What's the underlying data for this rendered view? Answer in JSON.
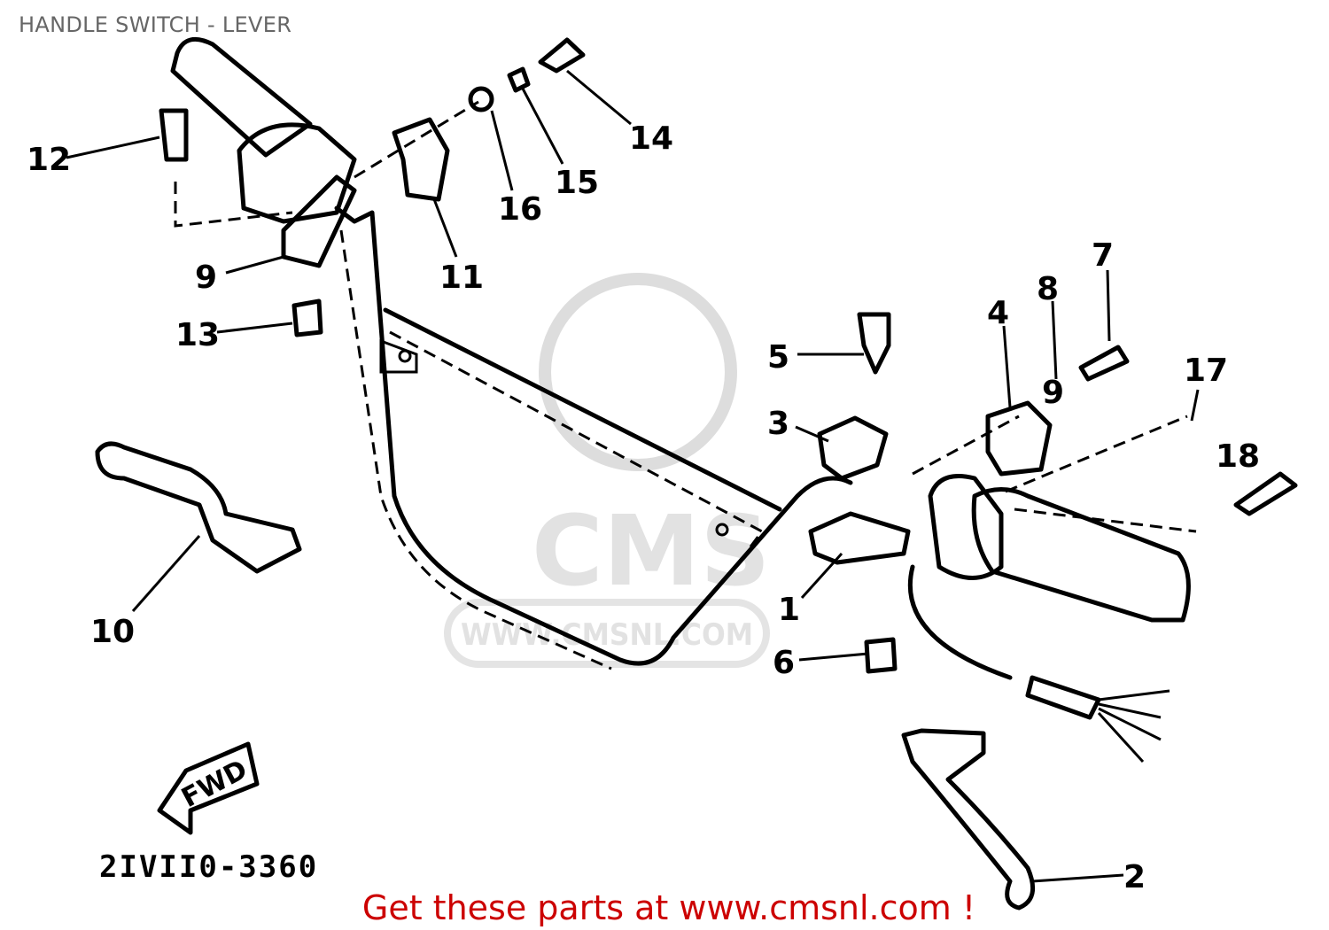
{
  "title": "HANDLE SWITCH - LEVER",
  "diagram_code": "2IVII0-3360",
  "fwd_label": "FWD",
  "watermark": {
    "logo": "CMS",
    "url": "WWW.CMSNL.COM"
  },
  "callouts": [
    "1",
    "2",
    "3",
    "4",
    "5",
    "6",
    "7",
    "8",
    "9",
    "10",
    "11",
    "12",
    "13",
    "14",
    "15",
    "16",
    "17",
    "18",
    "9"
  ],
  "footer": "Get these parts at www.cmsnl.com !",
  "colors": {
    "title": "#666666",
    "footer": "#cc0000",
    "lines": "#000000"
  }
}
